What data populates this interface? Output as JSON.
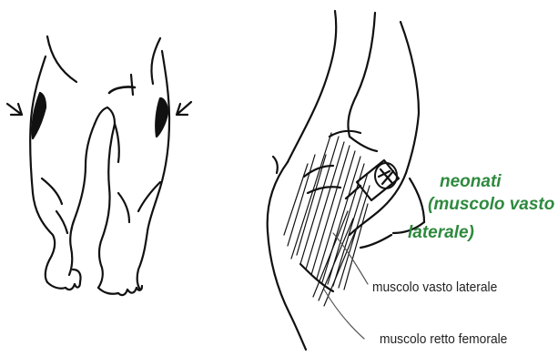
{
  "caption": {
    "line1": "neonati",
    "line2": "(muscolo vasto",
    "line3": "laterale)"
  },
  "labels": {
    "vastus_lateralis": "muscolo vasto laterale",
    "rectus_femoris": "muscolo retto femorale"
  },
  "colors": {
    "caption_green": "#2e8a3e",
    "line_black": "#111111",
    "label_text": "#222222"
  }
}
